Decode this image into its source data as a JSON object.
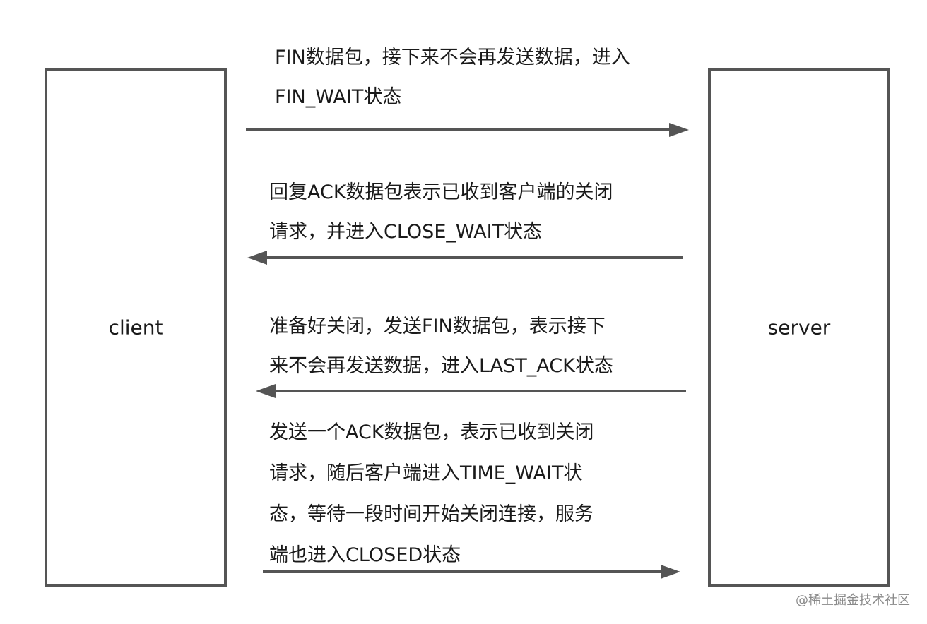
{
  "participants": {
    "client": "client",
    "server": "server"
  },
  "messages": [
    {
      "direction": "client-to-server",
      "lines": [
        "FIN数据包，接下来不会再发送数据，进入",
        "FIN_WAIT状态"
      ]
    },
    {
      "direction": "server-to-client",
      "lines": [
        "回复ACK数据包表示已收到客户端的关闭",
        "请求，并进入CLOSE_WAIT状态"
      ]
    },
    {
      "direction": "server-to-client",
      "lines": [
        "准备好关闭，发送FIN数据包，表示接下",
        "来不会再发送数据，进入LAST_ACK状态"
      ]
    },
    {
      "direction": "client-to-server",
      "lines": [
        "发送一个ACK数据包，表示已收到关闭",
        "请求，随后客户端进入TIME_WAIT状",
        "态，等待一段时间开始关闭连接，服务",
        "端也进入CLOSED状态"
      ]
    }
  ],
  "watermark": "@稀土掘金技术社区",
  "colors": {
    "line": "#555555",
    "text": "#1a1a1a",
    "watermark": "#8a8a8a"
  }
}
